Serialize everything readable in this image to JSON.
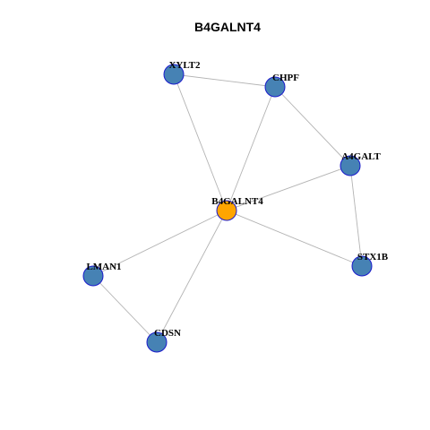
{
  "title": "B4GALNT4",
  "colors": {
    "hub_node": "#ffa500",
    "node": "#4682b4",
    "node_border": "#1a1acc",
    "edge": "#b3b3b3"
  },
  "nodes": [
    {
      "id": "B4GALNT4",
      "label": "B4GALNT4",
      "hub": true
    },
    {
      "id": "XYLT2",
      "label": "XYLT2",
      "hub": false
    },
    {
      "id": "CHPF",
      "label": "CHPF",
      "hub": false
    },
    {
      "id": "A4GALT",
      "label": "A4GALT",
      "hub": false
    },
    {
      "id": "STX1B",
      "label": "STX1B",
      "hub": false
    },
    {
      "id": "LMAN1",
      "label": "LMAN1",
      "hub": false
    },
    {
      "id": "CDSN",
      "label": "CDSN",
      "hub": false
    }
  ],
  "edges": [
    [
      "XYLT2",
      "CHPF"
    ],
    [
      "XYLT2",
      "B4GALNT4"
    ],
    [
      "CHPF",
      "B4GALNT4"
    ],
    [
      "CHPF",
      "A4GALT"
    ],
    [
      "A4GALT",
      "B4GALNT4"
    ],
    [
      "A4GALT",
      "STX1B"
    ],
    [
      "B4GALNT4",
      "STX1B"
    ],
    [
      "B4GALNT4",
      "LMAN1"
    ],
    [
      "B4GALNT4",
      "CDSN"
    ],
    [
      "LMAN1",
      "CDSN"
    ]
  ]
}
